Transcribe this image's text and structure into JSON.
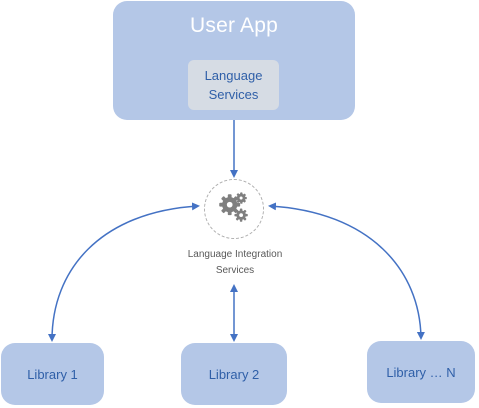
{
  "user_app": {
    "title": "User App",
    "language_services_label": "Language\nServices"
  },
  "hub": {
    "icon": "gears-icon",
    "label": "Language Integration\nServices"
  },
  "libraries": [
    {
      "label": "Library 1"
    },
    {
      "label": "Library 2"
    },
    {
      "label": "Library … N"
    }
  ],
  "colors": {
    "box_fill": "#b4c7e7",
    "inner_box_fill": "#d6dce4",
    "text_blue": "#2f5fa8",
    "arrow": "#4472c4",
    "gear": "#7f7f7f"
  }
}
